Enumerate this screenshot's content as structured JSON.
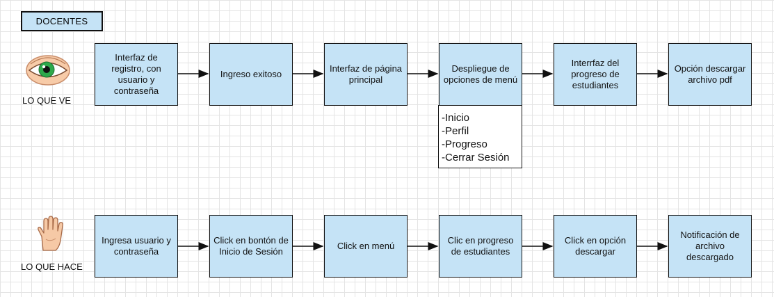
{
  "title": "DOCENTES",
  "rows": [
    {
      "label": "LO QUE VE",
      "icon": "eye-icon",
      "steps": [
        "Interfaz de registro, con usuario y contraseña",
        "Ingreso exitoso",
        "Interfaz de página principal",
        "Despliegue de opciones de menú",
        "Interrfaz del progreso de estudiantes",
        "Opción descargar archivo pdf"
      ]
    },
    {
      "label": "LO QUE HACE",
      "icon": "hand-icon",
      "steps": [
        "Ingresa usuario y contraseña",
        "Click en bontón de Inicio de Sesión",
        "Click en menú",
        "Clic en progreso de  estudiantes",
        "Click en opción descargar",
        "Notificación de archivo descargado"
      ]
    }
  ],
  "menu_options": [
    "-Inicio",
    "-Perfil",
    "-Progreso",
    "-Cerrar Sesión"
  ],
  "colors": {
    "box_fill": "#c5e3f6",
    "border": "#111111",
    "grid": "#e4e4e4"
  }
}
